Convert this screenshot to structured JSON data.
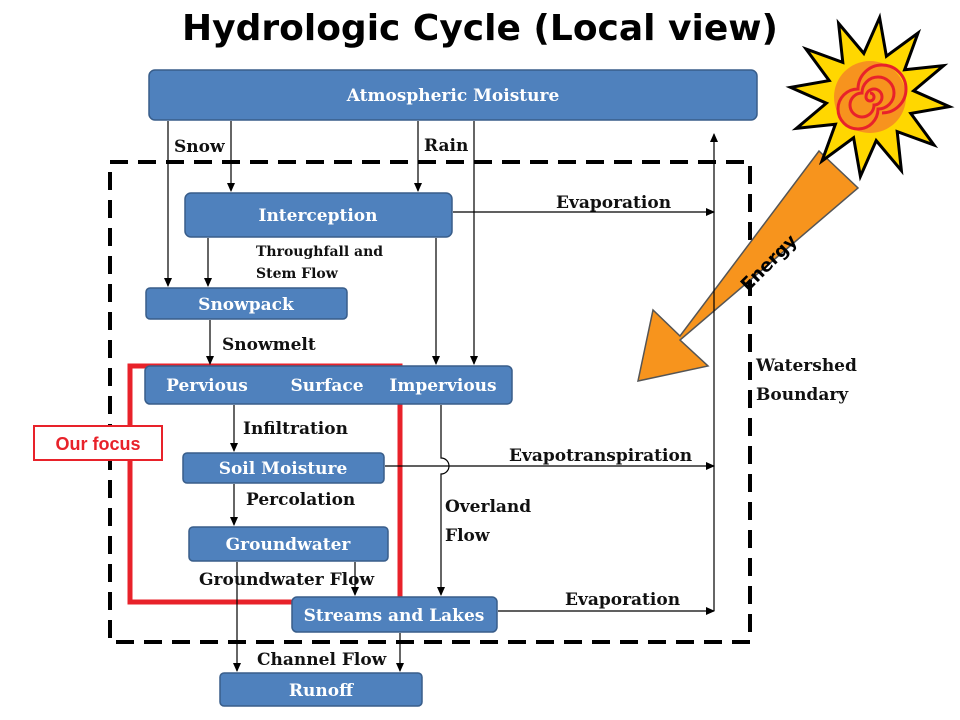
{
  "title": "Hydrologic Cycle (Local view)",
  "boxes": {
    "atmospheric_moisture": "Atmospheric Moisture",
    "interception": "Interception",
    "snowpack": "Snowpack",
    "pervious": "Pervious",
    "surface": "Surface",
    "impervious": "Impervious",
    "soil_moisture": "Soil Moisture",
    "groundwater": "Groundwater",
    "streams_lakes": "Streams and Lakes",
    "runoff": "Runoff"
  },
  "labels": {
    "snow": "Snow",
    "rain": "Rain",
    "evaporation_top": "Evaporation",
    "throughfall_1": "Throughfall and",
    "throughfall_2": "Stem Flow",
    "snowmelt": "Snowmelt",
    "infiltration": "Infiltration",
    "evapotranspiration": "Evapotranspiration",
    "percolation": "Percolation",
    "overland_1": "Overland",
    "overland_2": "Flow",
    "groundwater_flow": "Groundwater Flow",
    "evaporation_bottom": "Evaporation",
    "channel_flow": "Channel Flow",
    "watershed_1": "Watershed",
    "watershed_2": "Boundary",
    "energy": "Energy",
    "our_focus": "Our focus"
  },
  "colors": {
    "box_fill": "#4f81bd",
    "energy_arrow": "#f7941d",
    "focus_outline": "#e8222a",
    "sun_outer": "#ffd700",
    "sun_inner": "#f7931e"
  },
  "icons": {
    "sun": "sun-icon"
  }
}
